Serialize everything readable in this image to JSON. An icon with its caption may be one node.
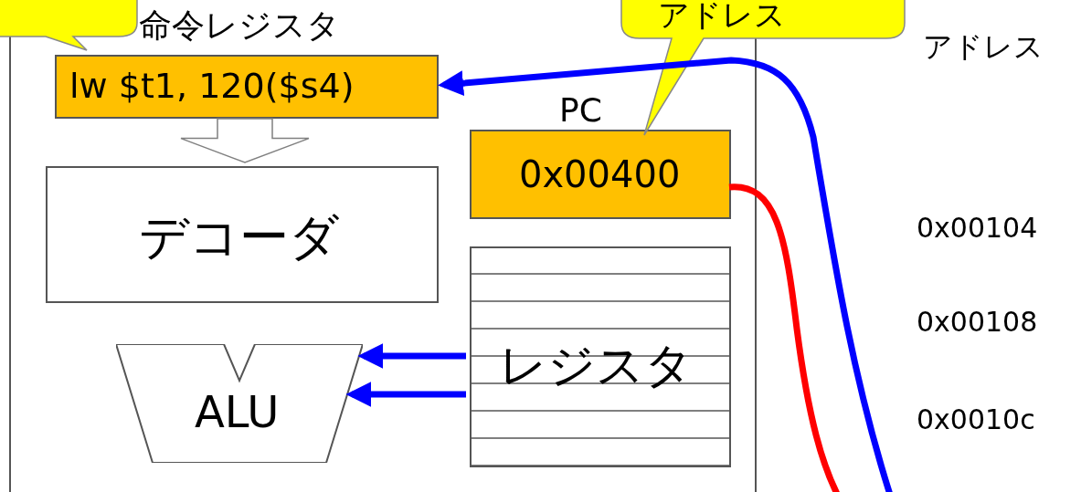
{
  "diagram": {
    "nodes": [
      {
        "text": [],
        "shape": "box"
      },
      {
        "text": [],
        "shape": "callout"
      },
      {
        "text": [
          "命令レジスタ",
          "lw $t1, 120($s4)"
        ],
        "in": 0
      },
      {
        "text": [
          "デコーダ"
        ],
        "in": 0
      },
      {
        "text": [
          "ALU"
        ],
        "in": 0
      },
      {
        "text": [
          "PC",
          "0x00400"
        ],
        "in": 0
      },
      {
        "text": [
          "レジスタ"
        ],
        "in": 0
      },
      {
        "text": [
          "アドレス"
        ]
      }
    ],
    "edges": [
      {
        "from": null,
        "to": 2,
        "arrow": "to",
        "color": "#0000ff"
      },
      {
        "from": 5,
        "to": null,
        "arrow": "none",
        "color": "#ff0000"
      },
      {
        "from": 2,
        "to": 3,
        "arrow": "to",
        "color": "#808080"
      },
      {
        "from": 6,
        "to": 4,
        "arrow": "to",
        "color": "#0000ff"
      },
      {
        "from": 6,
        "to": 4,
        "arrow": "to",
        "color": "#0000ff"
      }
    ],
    "labels": [
      "アドレス",
      "0x00104",
      "0x00108",
      "0x0010c"
    ]
  }
}
